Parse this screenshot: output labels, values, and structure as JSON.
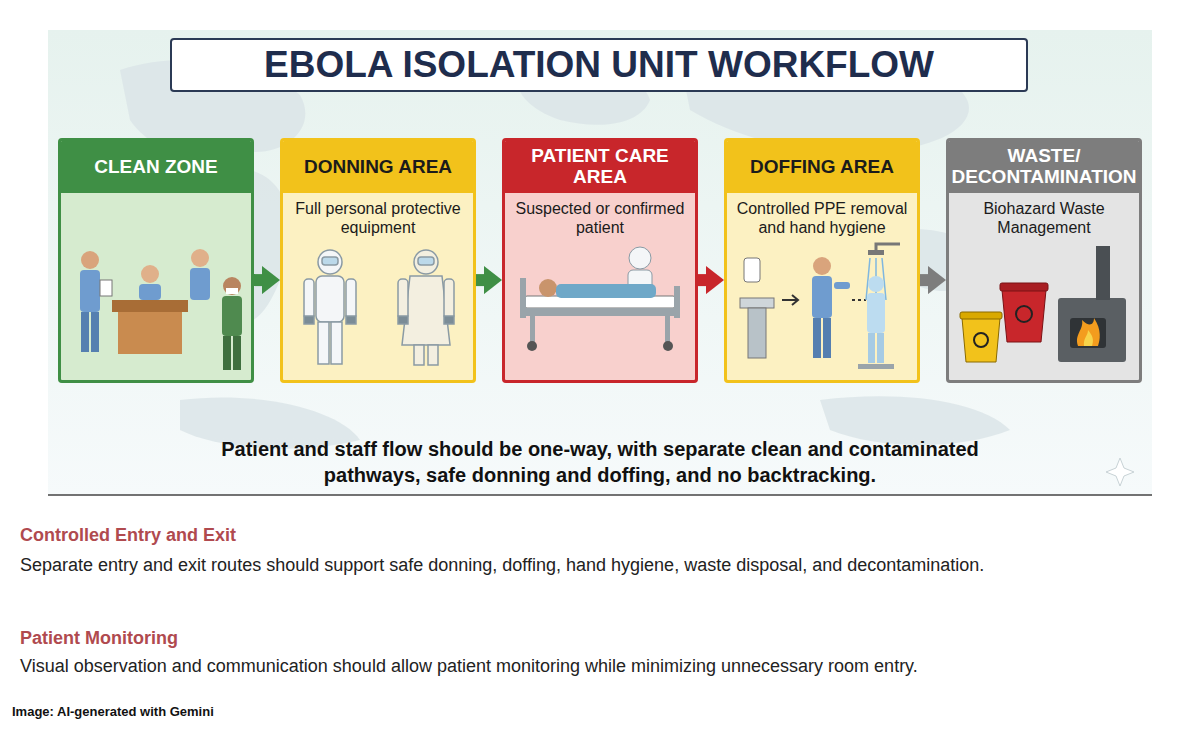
{
  "diagram": {
    "title": "EBOLA ISOLATION UNIT WORKFLOW",
    "nodes": [
      {
        "text": [
          "CLEAN ZONE"
        ]
      },
      {
        "text": [
          "DONNING AREA",
          "Full personal protective equipment"
        ]
      },
      {
        "text": [
          "PATIENT CARE AREA",
          "Suspected or confirmed patient"
        ]
      },
      {
        "text": [
          "DOFFING AREA",
          "Controlled PPE removal and hand hygiene"
        ]
      },
      {
        "text": [
          "WASTE/ DECONTAMINATION",
          "Biohazard Waste Management"
        ]
      }
    ],
    "edges": [
      {
        "from": 0,
        "to": 1,
        "arrow": "to"
      },
      {
        "from": 1,
        "to": 2,
        "arrow": "to"
      },
      {
        "from": 2,
        "to": 3,
        "arrow": "to"
      },
      {
        "from": 3,
        "to": 4,
        "arrow": "to"
      }
    ],
    "labels": [
      "Patient and staff flow should be one-way, with separate clean and contaminated pathways, safe donning and doffing, and no backtracking.",
      "Controlled Entry and Exit",
      "Separate entry and exit routes should support safe donning, doffing, hand hygiene, waste disposal, and decontamination.",
      "Patient Monitoring",
      "Visual observation and communication should allow patient monitoring while minimizing unnecessary room entry.",
      "Image: AI-generated with Gemini"
    ]
  }
}
